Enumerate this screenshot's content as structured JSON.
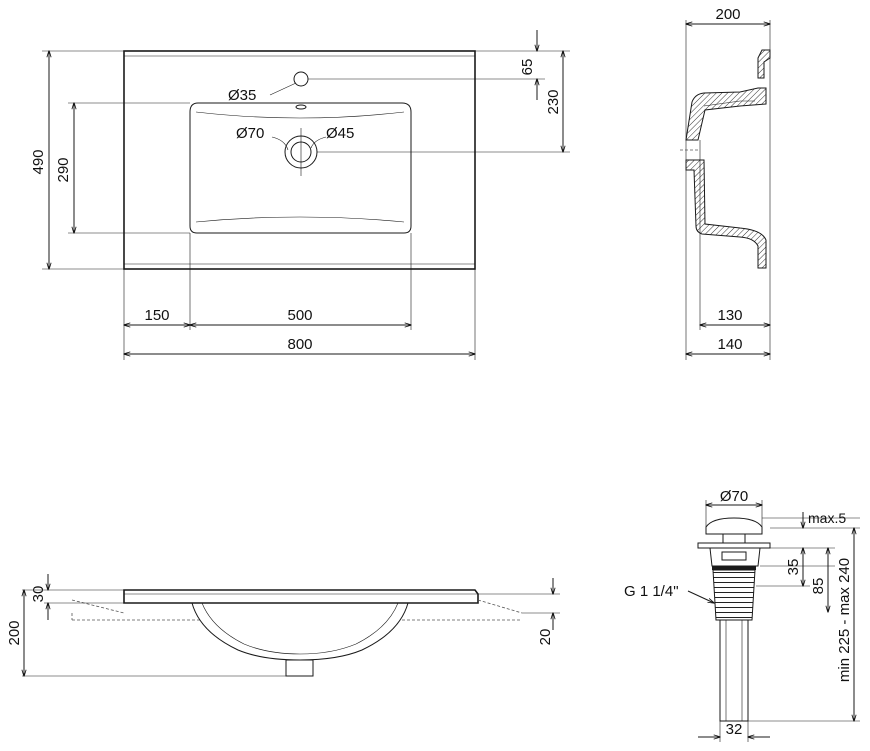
{
  "top_view": {
    "width_total": "800",
    "left_offset": "150",
    "bowl_width": "500",
    "depth_total": "490",
    "bowl_depth": "290",
    "tap_hole_offset": "65",
    "drain_offset": "230",
    "tap_hole_diameter": "Ø35",
    "drain_outer_diameter": "Ø70",
    "drain_inner_diameter": "Ø45"
  },
  "side_section": {
    "top_width": "200",
    "drain_inner_offset": "130",
    "drain_outer_offset": "140"
  },
  "front_view": {
    "rim_height": "30",
    "total_height": "200",
    "edge_thickness": "20"
  },
  "drain_detail": {
    "cap_diameter": "Ø70",
    "cap_height": "max.5",
    "flange_height": "35",
    "body_height": "85",
    "pipe_length": "min 225 - max 240",
    "thread": "G 1 1/4\"",
    "pipe_diameter": "32"
  }
}
